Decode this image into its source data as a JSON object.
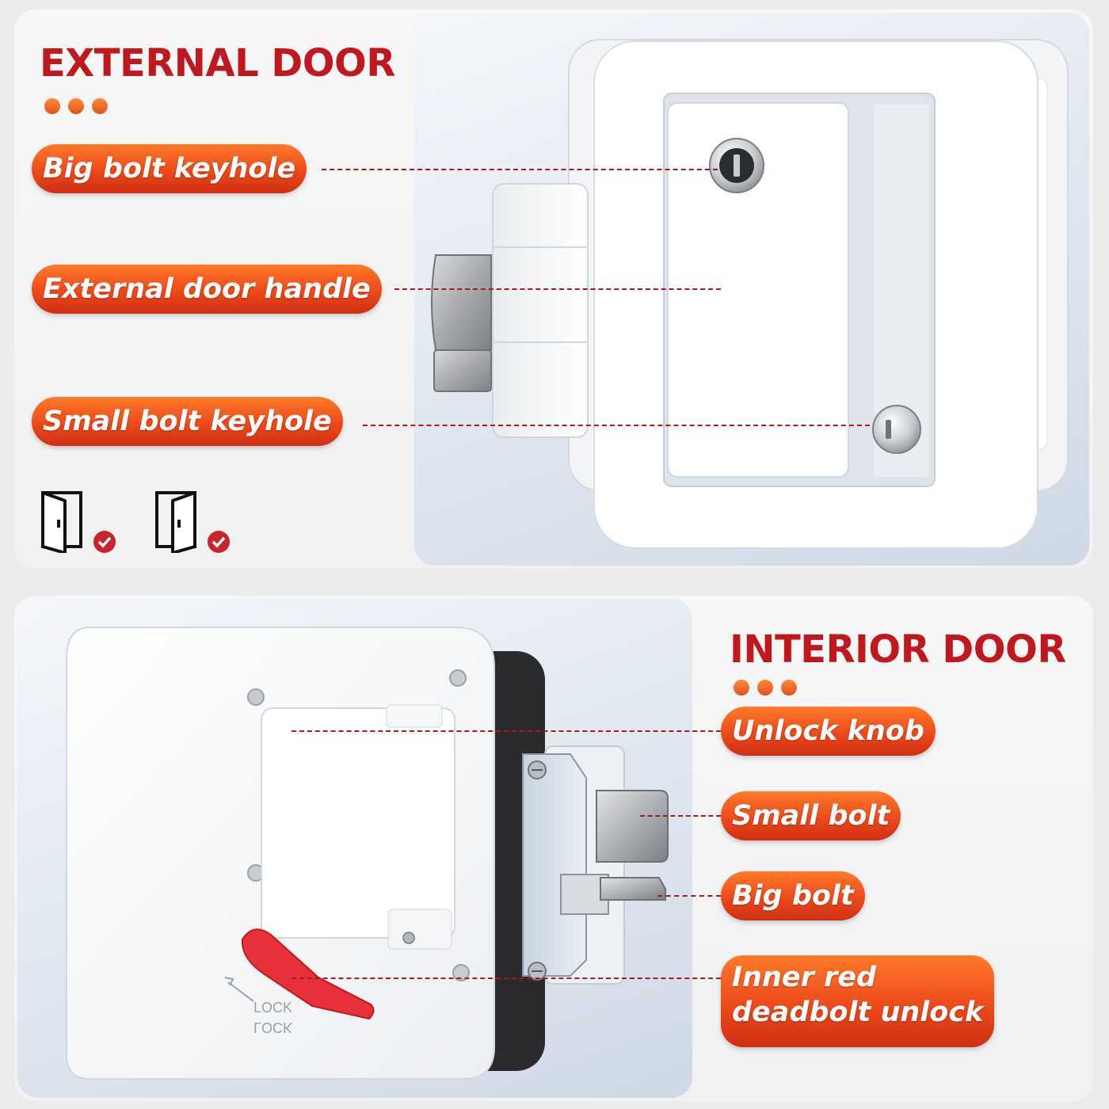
{
  "external": {
    "title": "EXTERNAL DOOR",
    "labels": {
      "big_bolt_keyhole": "Big bolt keyhole",
      "external_door_handle": "External door handle",
      "small_bolt_keyhole": "Small bolt keyhole"
    },
    "door_icons": [
      "door-left-check-icon",
      "door-right-check-icon"
    ]
  },
  "interior": {
    "title": "INTERIOR DOOR",
    "labels": {
      "unlock_knob": "Unlock knob",
      "small_bolt": "Small bolt",
      "big_bolt": "Big bolt",
      "inner_red_line1": "Inner red",
      "inner_red_line2": "deadbolt unlock"
    },
    "lock_text_1": "LOCK",
    "lock_text_2": "LOCK"
  },
  "colors": {
    "title_red": "#c1181f",
    "pill_orange": "#ec4a1a",
    "leader_red": "#a61b21",
    "lock_body_white": "#fbfbfb",
    "red_lever": "#e8303a"
  }
}
